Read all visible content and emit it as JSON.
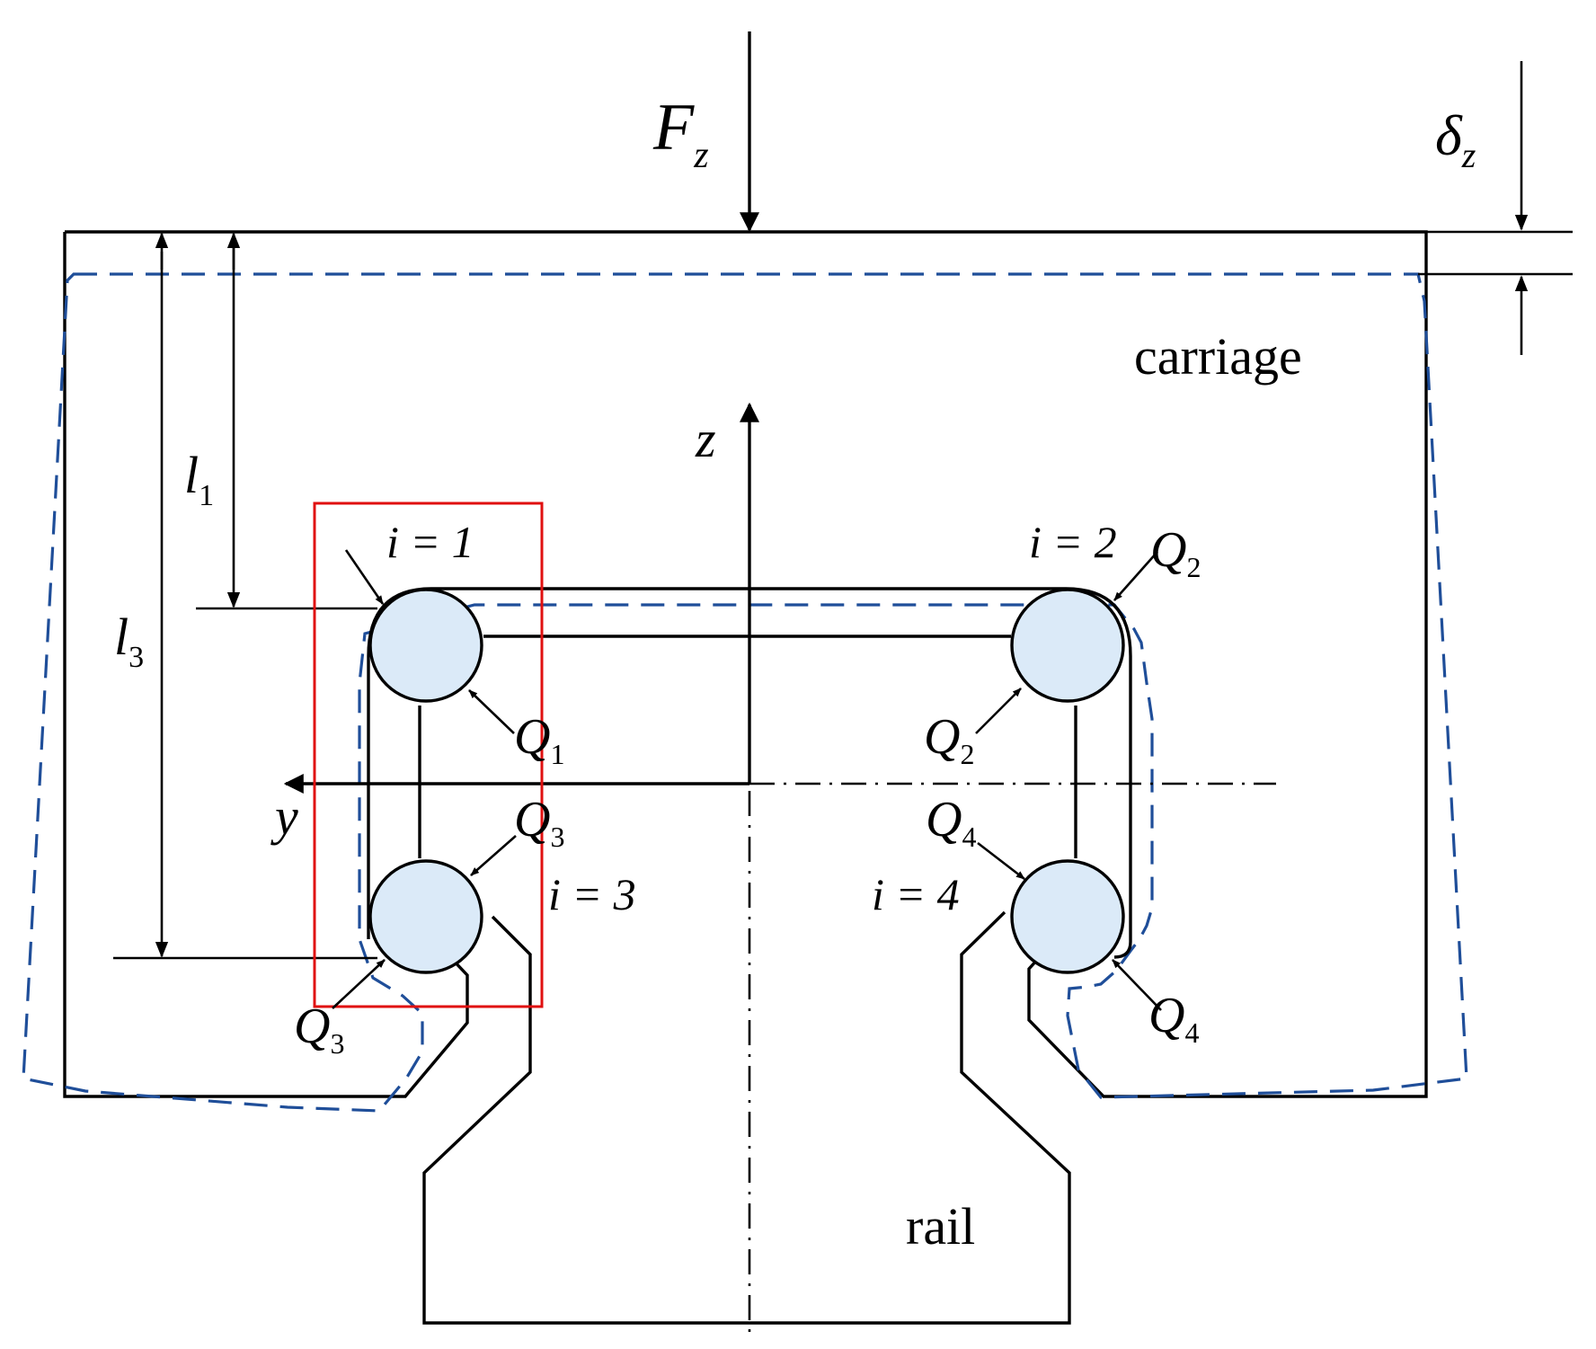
{
  "labels": {
    "force": "F",
    "force_sub": "z",
    "deflection": "δ",
    "deflection_sub": "z",
    "carriage": "carriage",
    "rail": "rail",
    "axis_z": "z",
    "axis_y": "y",
    "l1": "l",
    "l1_sub": "1",
    "l3": "l",
    "l3_sub": "3",
    "i1": "i = 1",
    "i2": "i = 2",
    "i3": "i = 3",
    "i4": "i = 4",
    "Q": "Q",
    "q1_sub": "1",
    "q2_sub": "2",
    "q3_sub": "3",
    "q4_sub": "4"
  },
  "colors": {
    "outline": "#000000",
    "deformed_outline": "#1f4e99",
    "ball_fill": "#dbeaf8",
    "highlight_box": "#e01010"
  }
}
